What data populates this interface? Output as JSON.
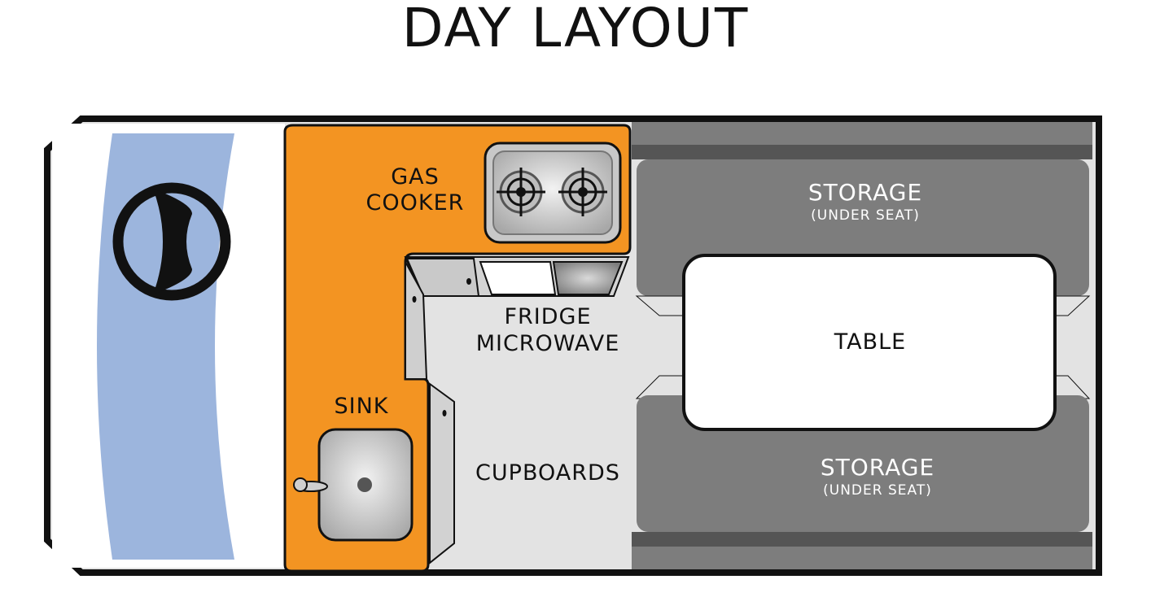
{
  "title": "DAY LAYOUT",
  "labels": {
    "gas_cooker_1": "GAS",
    "gas_cooker_2": "COOKER",
    "fridge": "FRIDGE",
    "microwave": "MICROWAVE",
    "sink": "SINK",
    "cupboards": "CUPBOARDS",
    "table": "TABLE",
    "storage_top": "STORAGE",
    "storage_top_sub": "(UNDER SEAT)",
    "storage_bottom": "STORAGE",
    "storage_bottom_sub": "(UNDER SEAT)"
  },
  "colors": {
    "kitchen": "#f39422",
    "cab": "#9cb5dd",
    "storage": "#7a7a7a",
    "floor": "#e3e3e3",
    "outline": "#111111"
  }
}
